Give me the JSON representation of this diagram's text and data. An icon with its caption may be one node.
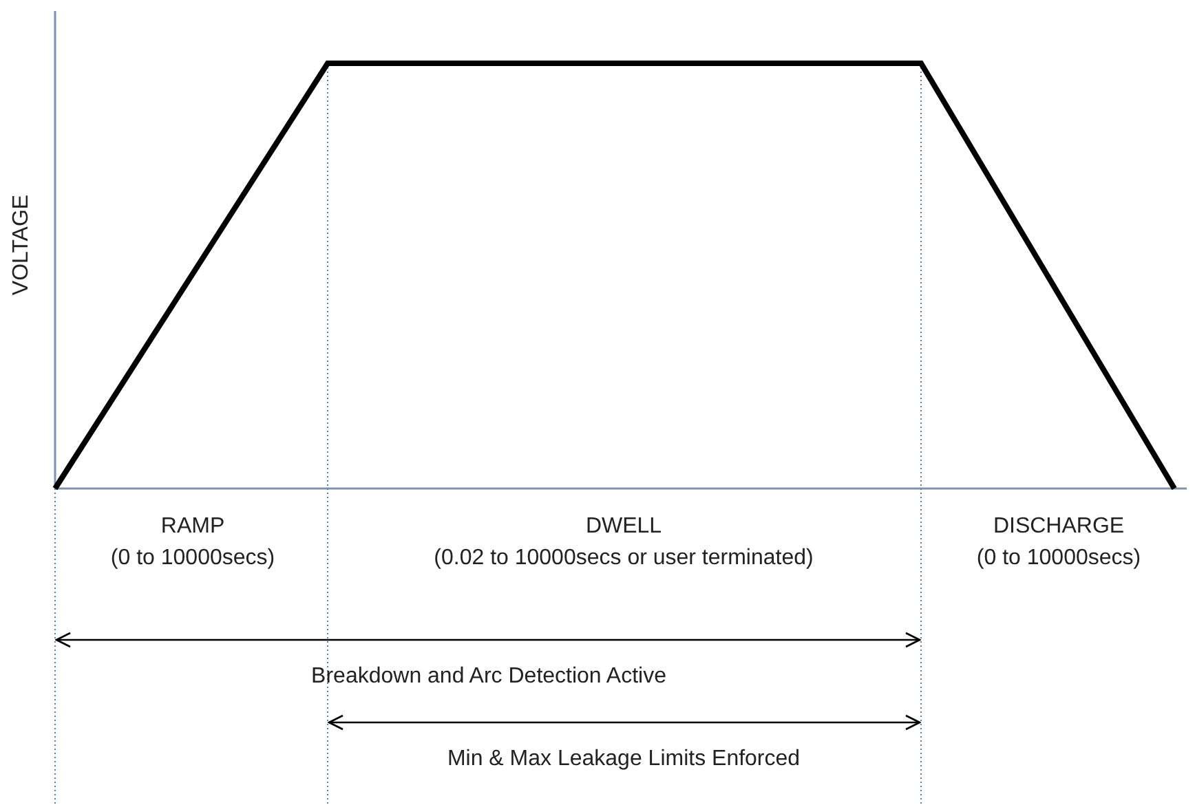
{
  "diagram": {
    "labels": [
      "VOLTAGE",
      "RAMP",
      "(0 to 10000secs)",
      "DWELL",
      "(0.02 to 10000secs or user terminated)",
      "DISCHARGE",
      "(0 to 10000secs)",
      "Breakdown and Arc Detection Active",
      "Min & Max Leakage Limits Enforced"
    ]
  }
}
